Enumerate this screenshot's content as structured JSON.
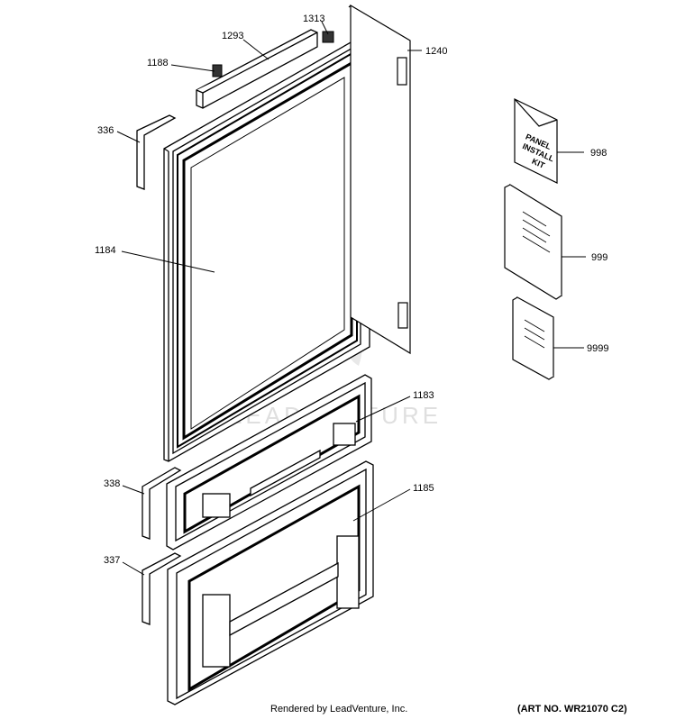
{
  "watermark": {
    "text": "LEADVENTURE",
    "color": "#d9d9d9"
  },
  "kit_label": "PANEL INSTALL KIT",
  "parts": [
    {
      "id": "1313"
    },
    {
      "id": "1293"
    },
    {
      "id": "1188"
    },
    {
      "id": "1240"
    },
    {
      "id": "336"
    },
    {
      "id": "1184"
    },
    {
      "id": "998"
    },
    {
      "id": "999"
    },
    {
      "id": "9999"
    },
    {
      "id": "1183"
    },
    {
      "id": "338"
    },
    {
      "id": "1185"
    },
    {
      "id": "337"
    }
  ],
  "footer": {
    "credit": "Rendered by LeadVenture, Inc.",
    "art_no": "(ART NO. WR21070 C2)"
  }
}
